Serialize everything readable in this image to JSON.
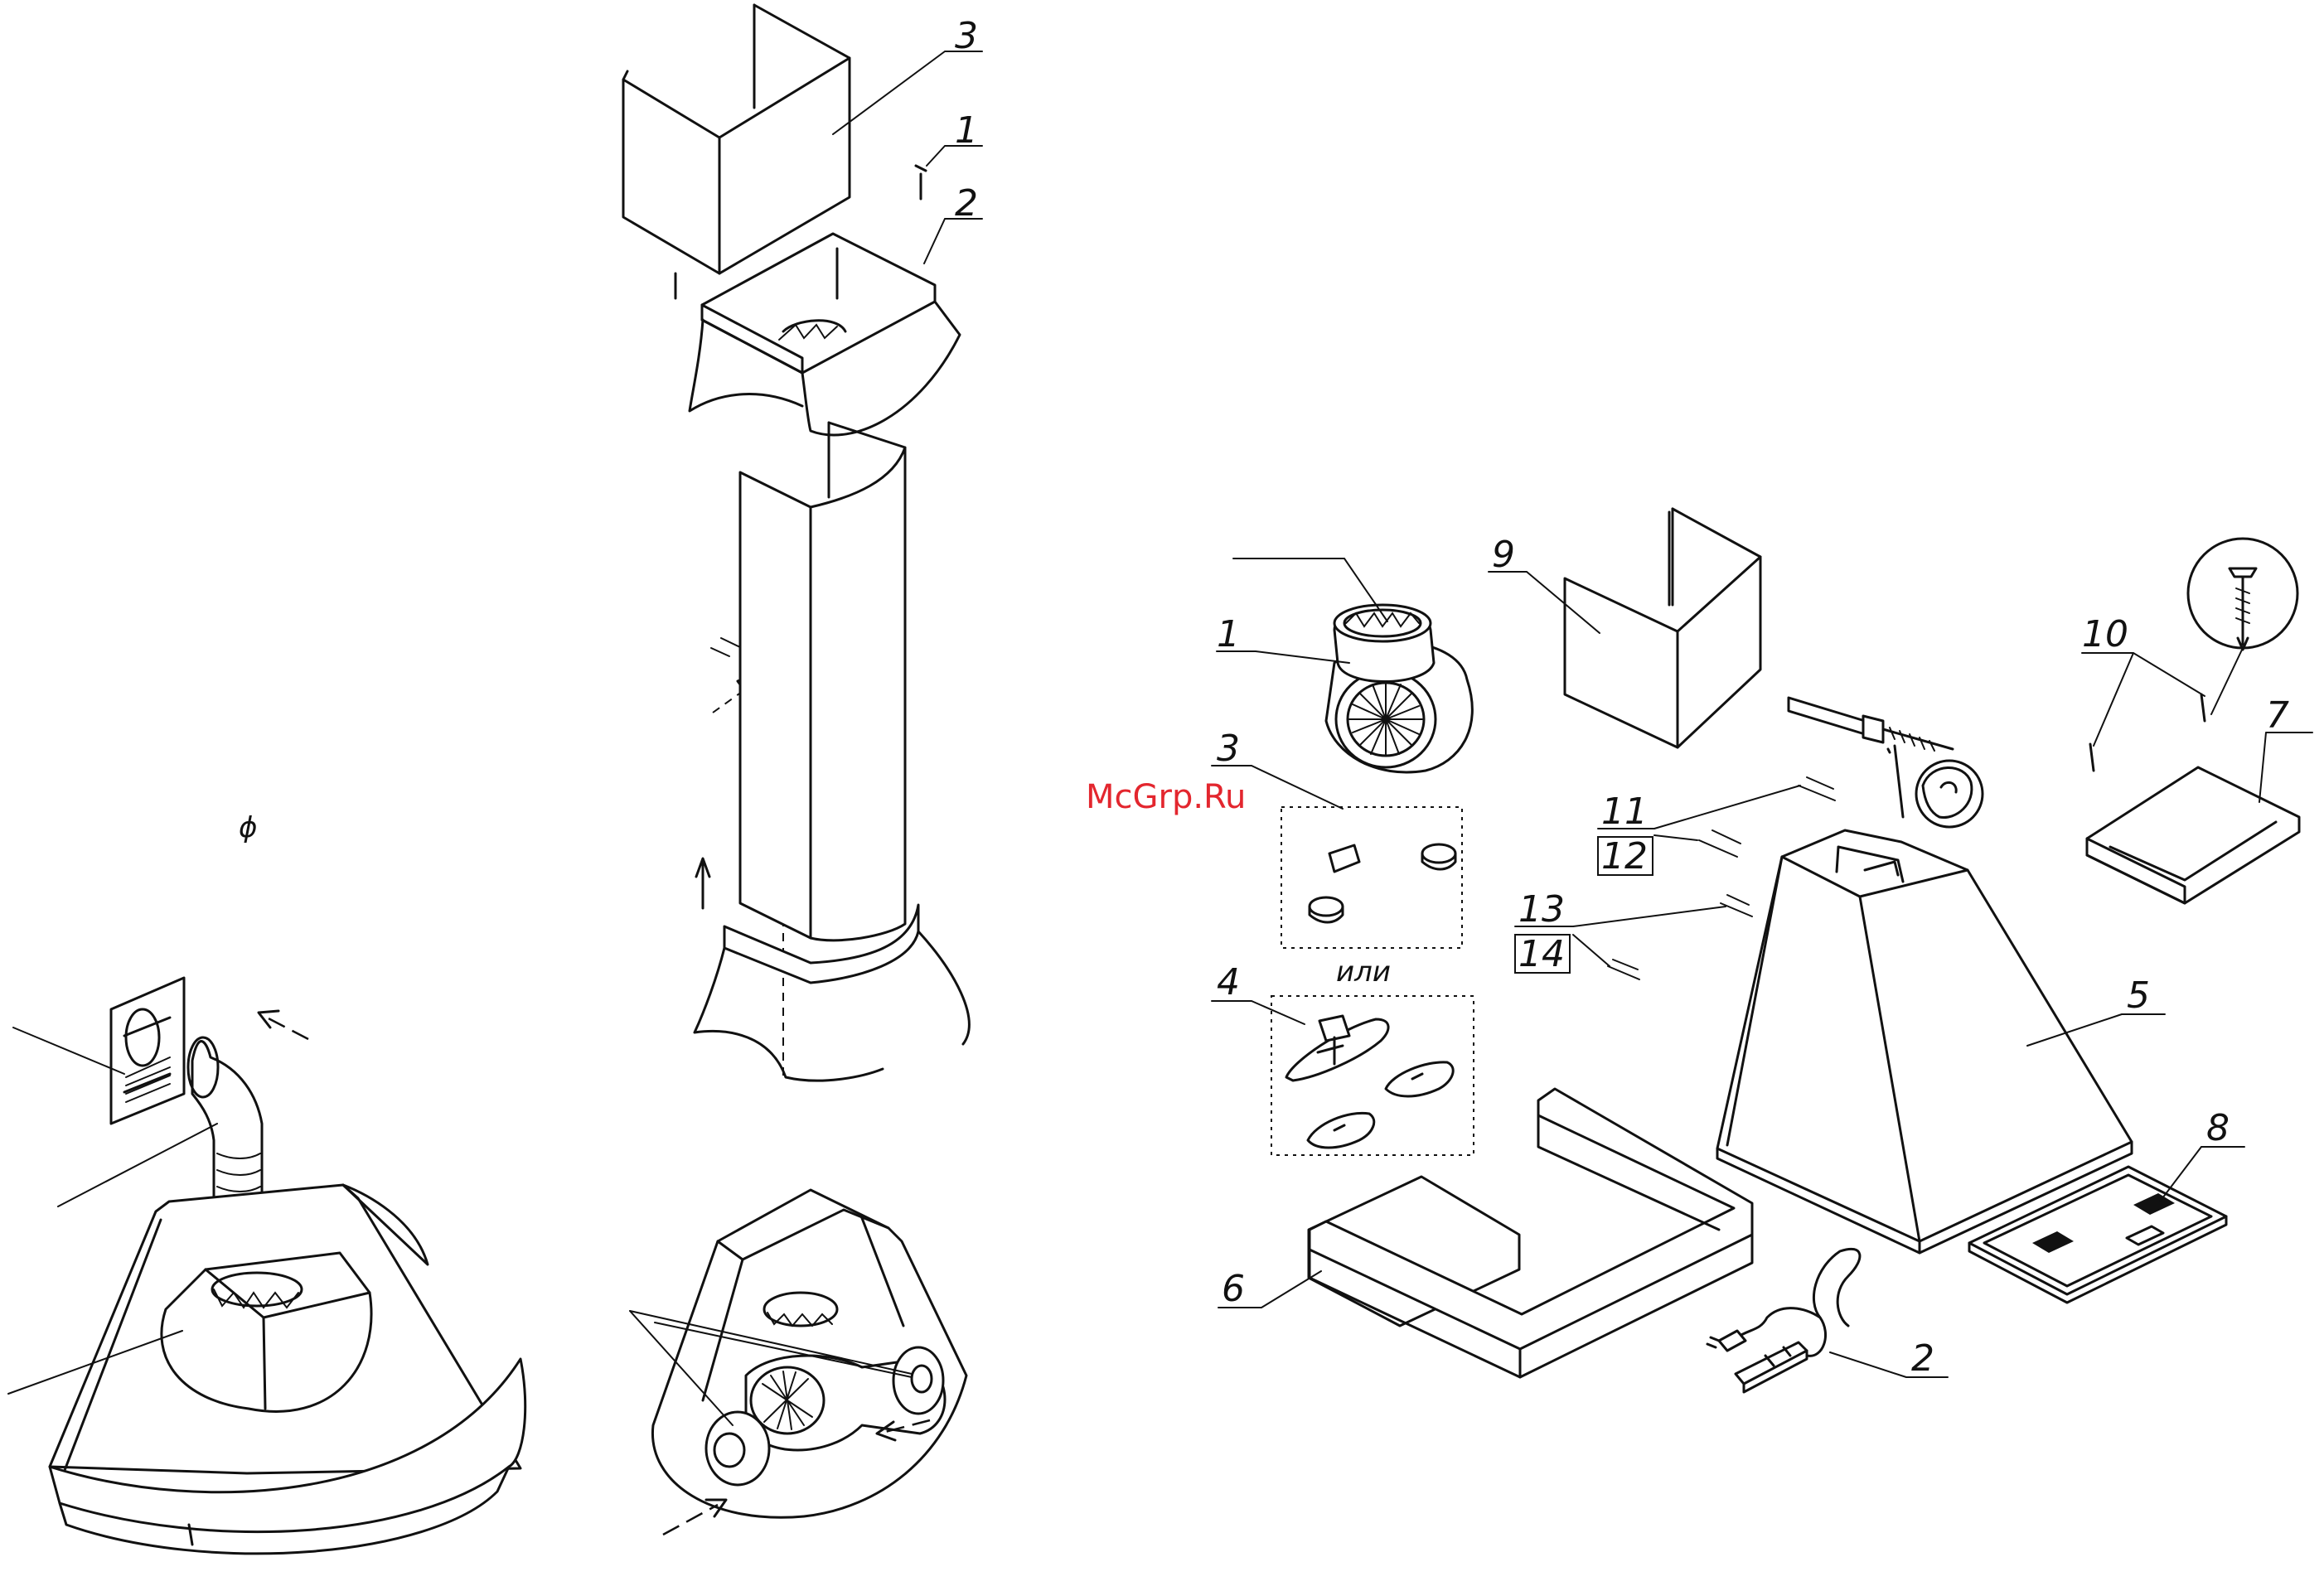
{
  "watermark": "McGrp.Ru",
  "symbol_phi": "ϕ",
  "word_or": "или",
  "top_detail": {
    "labels": [
      "3",
      "1",
      "2"
    ]
  },
  "main_kit": {
    "labels": [
      "1",
      "3",
      "4",
      "9",
      "10",
      "7",
      "11",
      "12",
      "13",
      "14",
      "5",
      "6",
      "8",
      "2"
    ]
  },
  "colors": {
    "line": "#111111",
    "watermark": "#e3262e",
    "background": "#ffffff"
  }
}
